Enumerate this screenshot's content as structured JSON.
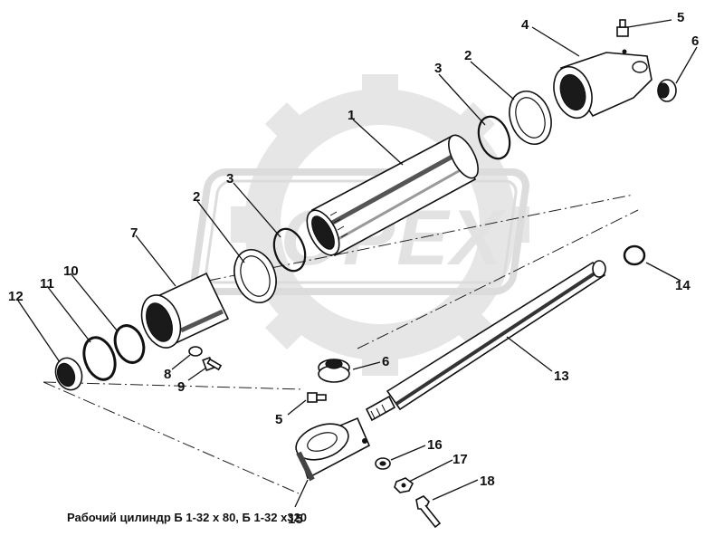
{
  "watermark": "OPEX",
  "caption": "Рабочий цилиндр Б 1-32 х 80, Б 1-32 х320",
  "callouts": {
    "c1": "1",
    "c2a": "2",
    "c2b": "2",
    "c3a": "3",
    "c3b": "3",
    "c4": "4",
    "c5a": "5",
    "c5b": "5",
    "c6a": "6",
    "c6b": "6",
    "c7": "7",
    "c8": "8",
    "c9": "9",
    "c10": "10",
    "c11": "11",
    "c12": "12",
    "c13": "13",
    "c14": "14",
    "c15": "15",
    "c16": "16",
    "c17": "17",
    "c18": "18"
  }
}
